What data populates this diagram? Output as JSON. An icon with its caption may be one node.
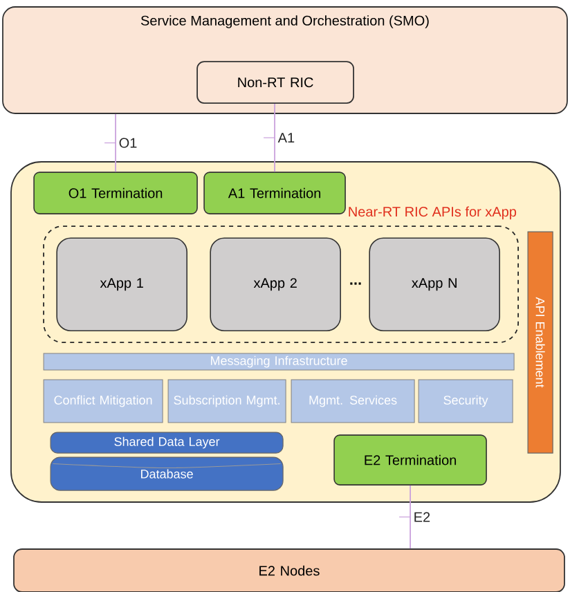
{
  "diagram": {
    "nodes": [
      {
        "text": [
          "Service Management and Orchestration (SMO)"
        ]
      },
      {
        "text": [
          "Non-RT RIC"
        ],
        "in": 0
      },
      {
        "text": [],
        "shape": "box"
      },
      {
        "text": [
          "O1 Termination"
        ],
        "in": 2
      },
      {
        "text": [
          "A1 Termination"
        ],
        "in": 2
      },
      {
        "text": [
          "Near-RT RIC APIs for xApp"
        ],
        "in": 2
      },
      {
        "text": [
          "xApp 1"
        ],
        "in": 5
      },
      {
        "text": [
          "xApp 2"
        ],
        "in": 5
      },
      {
        "text": [
          "xApp N"
        ],
        "in": 5
      },
      {
        "text": [
          "API Enablement"
        ],
        "in": 2
      },
      {
        "text": [
          "Messaging Infrastructure"
        ],
        "in": 2
      },
      {
        "text": [
          "Conflict Mitigation"
        ],
        "in": 2
      },
      {
        "text": [
          "Subscription Mgmt."
        ],
        "in": 2
      },
      {
        "text": [
          "Mgmt. Services"
        ],
        "in": 2
      },
      {
        "text": [
          "Security"
        ],
        "in": 2
      },
      {
        "text": [
          "Shared Data Layer"
        ],
        "in": 2
      },
      {
        "text": [
          "Database"
        ],
        "in": 2
      },
      {
        "text": [
          "E2 Termination"
        ],
        "in": 2
      },
      {
        "text": [
          "E2 Nodes"
        ]
      }
    ],
    "edges": [
      {
        "from": 0,
        "to": 3,
        "arrow": "none",
        "label": "O1"
      },
      {
        "from": 1,
        "to": 4,
        "arrow": "none",
        "label": "A1"
      },
      {
        "from": 17,
        "to": 18,
        "arrow": "none",
        "label": "E2"
      }
    ],
    "labels": [
      "..."
    ]
  }
}
